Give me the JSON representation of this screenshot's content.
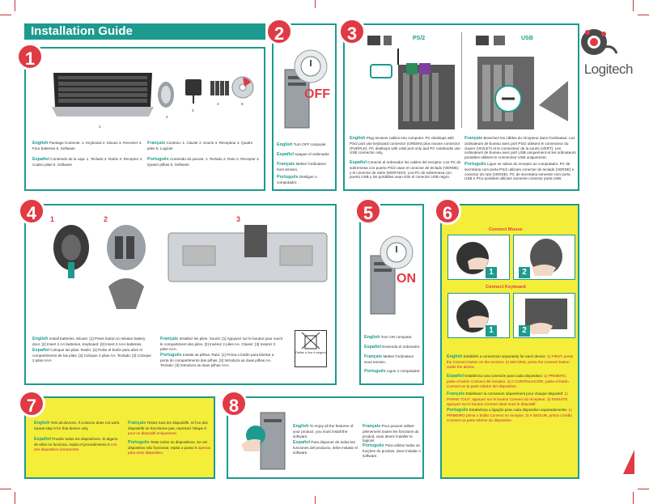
{
  "title": "Installation Guide",
  "brand": "Logitech",
  "colors": {
    "teal": "#1e9a8e",
    "red": "#e03a45",
    "yellow": "#f4ee3a"
  },
  "step1": {
    "number": "1",
    "items": [
      "1",
      "2",
      "3",
      "4",
      "5"
    ],
    "en": {
      "lang": "English",
      "text": "Package Contents: 1. Keyboard 2. Mouse 3. Receiver 4. Four batteries 5. Software"
    },
    "es": {
      "lang": "Español",
      "text": "Contenido de la caja: 1. Teclado 2. Ratón 3. Receptor 4. Cuatro pilas 5. Software"
    },
    "fr": {
      "lang": "Français",
      "text": "Contenu: 1. Clavier 2. Souris 3. Récepteur 4. Quatre piles 5. Logiciel"
    },
    "pt": {
      "lang": "Português",
      "text": "Conteúdo do pacote: 1. Teclado 2. Rato 3. Receptor 4. Quatro pilhas 5. Software"
    }
  },
  "step2": {
    "number": "2",
    "state": "OFF",
    "en": {
      "lang": "English",
      "text": "Turn OFF computer."
    },
    "es": {
      "lang": "Español",
      "text": "Apague el ordenador."
    },
    "fr": {
      "lang": "Français",
      "text": "Mettez l'ordinateur hors tension."
    },
    "pt": {
      "lang": "Português",
      "text": "Desligue o computador."
    }
  },
  "step3": {
    "number": "3",
    "ps2": "PS/2",
    "usb": "USB",
    "en": {
      "lang": "English",
      "text": "Plug receiver cables into computer. PC desktops with PS/2 port use keyboard connector (GREEN) plus mouse connector (PURPLE). PC desktops with USB port only and PC notebooks use USB connector only."
    },
    "es": {
      "lang": "Español",
      "text": "Conecte al ordenador los cables del receptor. Los PC de sobremesa con puerto PS/2 usan el conector de teclado (VERDE) y el conector de ratón (MORADO). Los PC de sobremesa con puerto USB y los portátiles usan sólo el conector USB negro."
    },
    "fr": {
      "lang": "Français",
      "text": "Branchez les câbles du récepteur dans l'ordinateur. Les ordinateurs de bureau avec port PS/2 utilisent le connecteur du clavier (VIOLET) et le connecteur de la souris (VERT). Les ordinateurs de bureau avec port USB uniquement et les ordinateurs portables utilisent le connecteur USB uniquement."
    },
    "pt": {
      "lang": "Português",
      "text": "Ligue os cabos do receptor ao computador. PC de secretária com porta PS/2 utilizam conector de teclado (VERDE) e conector do rato (VERDE). PC de secretária somente com porta USB e PCs portáteis utilizam somente conector porta USB."
    }
  },
  "step4": {
    "number": "4",
    "subs": [
      "1",
      "2",
      "3"
    ],
    "en": {
      "lang": "English",
      "text": "Install batteries. Mouse: [1] Press button to release battery door. [2] Insert 2 AA batteries. Keyboard: [3] Insert 2 AAA batteries."
    },
    "es": {
      "lang": "Español",
      "text": "Coloque las pilas. Ratón: [1] Pulse el botón para abrir el compartimento de las pilas. [2] Coloque 2 pilas AA. Teclado: [3] Coloque 2 pilas AAA."
    },
    "fr": {
      "lang": "Français",
      "text": "Installez les piles. Souris: [1] Appuyez sur le bouton pour ouvrir le compartiment des piles. [2] Insérez 2 piles AA. Clavier: [3] Insérez 2 piles AAA."
    },
    "pt": {
      "lang": "Português",
      "text": "Instale as pilhas. Rato: [1] Prima o botão para libertar a porta do compartimento das pilhas. [2] Introduza as duas pilhas AA. Teclado: [3] Introduza as duas pilhas AAA."
    },
    "recycle": "Deitar o lixo é seguro"
  },
  "step5": {
    "number": "5",
    "state": "ON",
    "en": {
      "lang": "English",
      "text": "Turn ON computer."
    },
    "es": {
      "lang": "Español",
      "text": "Encienda el ordenador."
    },
    "fr": {
      "lang": "Français",
      "text": "Mettez l'ordinateur sous tension."
    },
    "pt": {
      "lang": "Português",
      "text": "Ligue o computador."
    }
  },
  "step6": {
    "number": "6",
    "connect_mouse": "Connect Mouse",
    "connect_keyboard": "Connect Keyboard",
    "subs": [
      "1",
      "2",
      "1",
      "2"
    ],
    "en": {
      "lang": "English",
      "text": "Establish a connection separately for each device:",
      "hl": "1) FIRST, press the Connect button on the receiver. 2) SECOND, press the Connect button under the device."
    },
    "es": {
      "lang": "Español",
      "text": "Establezca una conexión para cada dispositivo:",
      "hl": "1) PRIMERO, pulse el botón Connect del receptor. 2) A CONTINUACIÓN, pulse el botón Connect en la parte inferior del dispositivo."
    },
    "fr": {
      "lang": "Français",
      "text": "Etablissez la connexion séparément pour chaque dispositif:",
      "hl": "1) PARNE TOUT, appuyez sur le bouton Connect du récepteur. 2) ENSUITE, appuyez sur le bouton Connect situé sous le dispositif."
    },
    "pt": {
      "lang": "Português",
      "text": "Estabeleça a ligação para cada dispositivo separadamente:",
      "hl": "1) PRIMEIRO prima o botão Connect no receptor. 2) A SEGUIR, prima o botão Connect na parte inferior do dispositivo."
    }
  },
  "step7": {
    "number": "7",
    "en": {
      "lang": "English",
      "text": "Test all devices. If a device does not work, repeat step 6 for that device only."
    },
    "es": {
      "lang": "Español",
      "text": "Pruebe todos los dispositivos. Si alguno de ellos no funciona, repita el procedimiento 6",
      "hl": "con ese dispositivo únicamente."
    },
    "fr": {
      "lang": "Français",
      "text": "Testez tous les dispositifs. Si l'un des dispositifs ne fonctionne pas, reprenez l'étape 6",
      "hl": "pour ce dispositif uniquement."
    },
    "pt": {
      "lang": "Português",
      "text": "Teste todos os dispositivos. Se um dispositivo não funcionar, repita o passo 6",
      "hl": "apenas para esse dispositivo."
    }
  },
  "step8": {
    "number": "8",
    "en": {
      "lang": "English",
      "text": "To enjoy all the features of your product, you must install the software."
    },
    "es": {
      "lang": "Español",
      "text": "Para disponer de todas las funciones del producto, debe instalar el software."
    },
    "fr": {
      "lang": "Français",
      "text": "Pour pouvoir utiliser pleinement toutes les fonctions du produit, vous devez installer le logiciel."
    },
    "pt": {
      "lang": "Português",
      "text": "Para utilizar todas as funções do produto, deve instalar o software."
    }
  }
}
